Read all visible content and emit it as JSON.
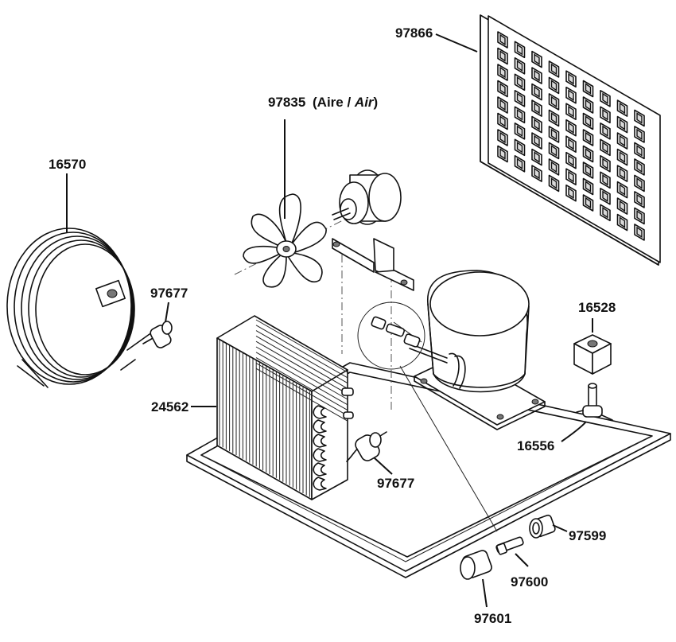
{
  "parts": {
    "p97866": "97866",
    "p97835": "97835",
    "p97835_note_a": "(Aire / ",
    "p97835_note_b": "Air",
    "p97835_note_c": ")",
    "p16570": "16570",
    "p97677_top": "97677",
    "p16528": "16528",
    "p24562": "24562",
    "p16556": "16556",
    "p97677_bottom": "97677",
    "p97599": "97599",
    "p97600": "97600",
    "p97601": "97601"
  }
}
